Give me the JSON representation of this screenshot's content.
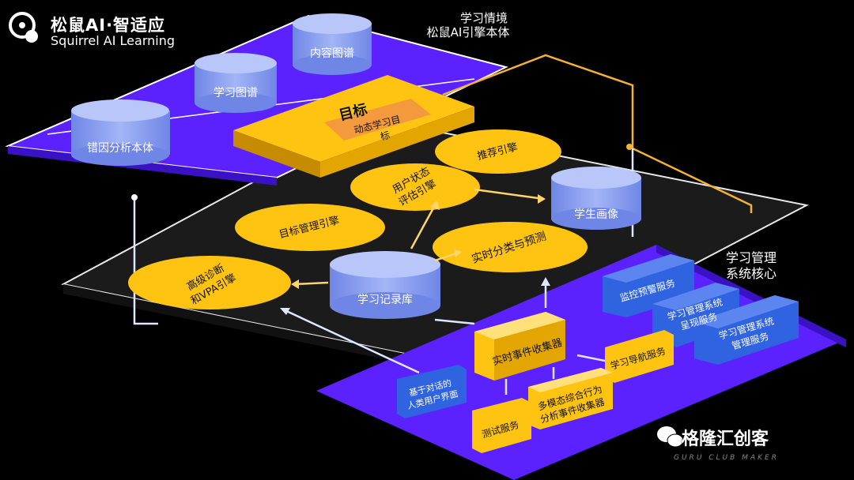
{
  "brand": {
    "name_cn": "松鼠AI·智适应",
    "name_en": "Squirrel AI Learning"
  },
  "layers": {
    "top_title_line1": "学习情境",
    "top_title_line2": "松鼠AI引擎本体",
    "bottom_title_line1": "学习管理",
    "bottom_title_line2": "系统核心"
  },
  "top_layer": {
    "content_graph": "内容图谱",
    "learning_graph": "学习图谱",
    "error_ontology": "错因分析本体",
    "goal": "目标",
    "dynamic_goal_line1": "动态学习目",
    "dynamic_goal_line2": "标"
  },
  "middle_layer": {
    "recommend_engine": "推荐引擎",
    "user_state_line1": "用户状态",
    "user_state_line2": "评估引擎",
    "student_profile": "学生画像",
    "goal_mgmt": "目标管理引擎",
    "realtime_line1": "实时分类与预测",
    "diagnosis_line1": "高级诊断",
    "diagnosis_line2": "和VPA引擎",
    "record_db": "学习记录库"
  },
  "bottom_layer": {
    "monitor": "监控预警服务",
    "present_line1": "学习管理系统",
    "present_line2": "呈现服务",
    "manage_line1": "学习管理系统",
    "manage_line2": "管理服务",
    "event_collector": "实时事件收集器",
    "nav_service": "学习导航服务",
    "dialog_ui_line1": "基于对话的",
    "dialog_ui_line2": "人类用户界面",
    "multimodal_line1": "多模态综合行为",
    "multimodal_line2": "分析事件收集器",
    "test_service": "测试服务"
  },
  "watermark": {
    "text": "格隆汇创客",
    "sub": "GURU CLUB MAKER"
  },
  "colors": {
    "purple": "#5b22ff",
    "yellow": "#ffc412",
    "blue_cyl": "#8ea4f5",
    "service_blue": "#2f63e0"
  }
}
